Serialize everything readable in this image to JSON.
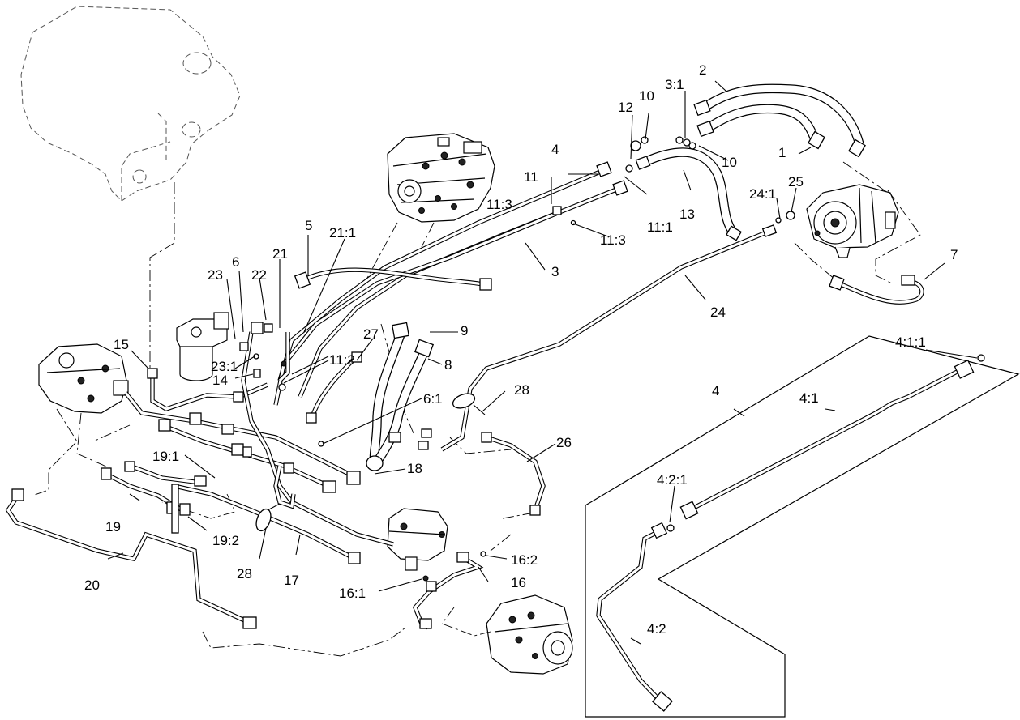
{
  "diagram": {
    "callouts": [
      {
        "id": "c1",
        "text": "1"
      },
      {
        "id": "c2",
        "text": "2"
      },
      {
        "id": "c3",
        "text": "3"
      },
      {
        "id": "c3-1",
        "text": "3:1"
      },
      {
        "id": "c4",
        "text": "4"
      },
      {
        "id": "c5",
        "text": "5"
      },
      {
        "id": "c6",
        "text": "6"
      },
      {
        "id": "c6-1",
        "text": "6:1"
      },
      {
        "id": "c7",
        "text": "7"
      },
      {
        "id": "c8",
        "text": "8"
      },
      {
        "id": "c9",
        "text": "9"
      },
      {
        "id": "c10a",
        "text": "10"
      },
      {
        "id": "c10b",
        "text": "10"
      },
      {
        "id": "c11",
        "text": "11"
      },
      {
        "id": "c11-1",
        "text": "11:1"
      },
      {
        "id": "c11-2",
        "text": "11:2"
      },
      {
        "id": "c11-3a",
        "text": "11:3"
      },
      {
        "id": "c11-3b",
        "text": "11:3"
      },
      {
        "id": "c12",
        "text": "12"
      },
      {
        "id": "c13",
        "text": "13"
      },
      {
        "id": "c14",
        "text": "14"
      },
      {
        "id": "c15",
        "text": "15"
      },
      {
        "id": "c16",
        "text": "16"
      },
      {
        "id": "c16-1",
        "text": "16:1"
      },
      {
        "id": "c16-2",
        "text": "16:2"
      },
      {
        "id": "c17",
        "text": "17"
      },
      {
        "id": "c18",
        "text": "18"
      },
      {
        "id": "c19",
        "text": "19"
      },
      {
        "id": "c19-1",
        "text": "19:1"
      },
      {
        "id": "c19-2",
        "text": "19:2"
      },
      {
        "id": "c20",
        "text": "20"
      },
      {
        "id": "c21",
        "text": "21"
      },
      {
        "id": "c21-1",
        "text": "21:1"
      },
      {
        "id": "c22",
        "text": "22"
      },
      {
        "id": "c23",
        "text": "23"
      },
      {
        "id": "c23-1",
        "text": "23:1"
      },
      {
        "id": "c24",
        "text": "24"
      },
      {
        "id": "c24-1",
        "text": "24:1"
      },
      {
        "id": "c25",
        "text": "25"
      },
      {
        "id": "c26",
        "text": "26"
      },
      {
        "id": "c27",
        "text": "27"
      },
      {
        "id": "c28a",
        "text": "28"
      },
      {
        "id": "c28b",
        "text": "28"
      }
    ],
    "detail": {
      "callouts": [
        {
          "id": "d4",
          "text": "4"
        },
        {
          "id": "d4-1",
          "text": "4:1"
        },
        {
          "id": "d4-1-1",
          "text": "4:1:1"
        },
        {
          "id": "d4-2",
          "text": "4:2"
        },
        {
          "id": "d4-2-1",
          "text": "4:2:1"
        }
      ]
    }
  }
}
